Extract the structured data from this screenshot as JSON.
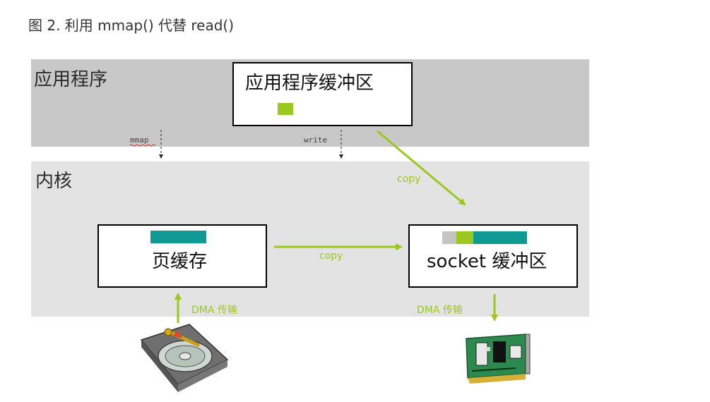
{
  "caption": "图 2. 利用 mmap() 代替 read()",
  "layers": {
    "application": "应用程序",
    "kernel": "内核"
  },
  "boxes": {
    "app_buffer": "应用程序缓冲区",
    "page_cache": "页缓存",
    "socket_buffer": "socket 缓冲区"
  },
  "calls": {
    "mmap": "mmap",
    "write": "write"
  },
  "arrows": {
    "copy_app_to_socket": "copy",
    "copy_page_to_socket": "copy",
    "dma_disk": "DMA 传输",
    "dma_nic": "DMA 传输"
  },
  "colors": {
    "green": "#9ac81e",
    "teal": "#0f9a96",
    "gray_block": "#c4c4c4",
    "app_band": "#c8c8c8",
    "kernel_band": "#e3e3e3"
  },
  "devices": {
    "disk": "hard-disk-icon",
    "nic": "network-card-icon"
  }
}
